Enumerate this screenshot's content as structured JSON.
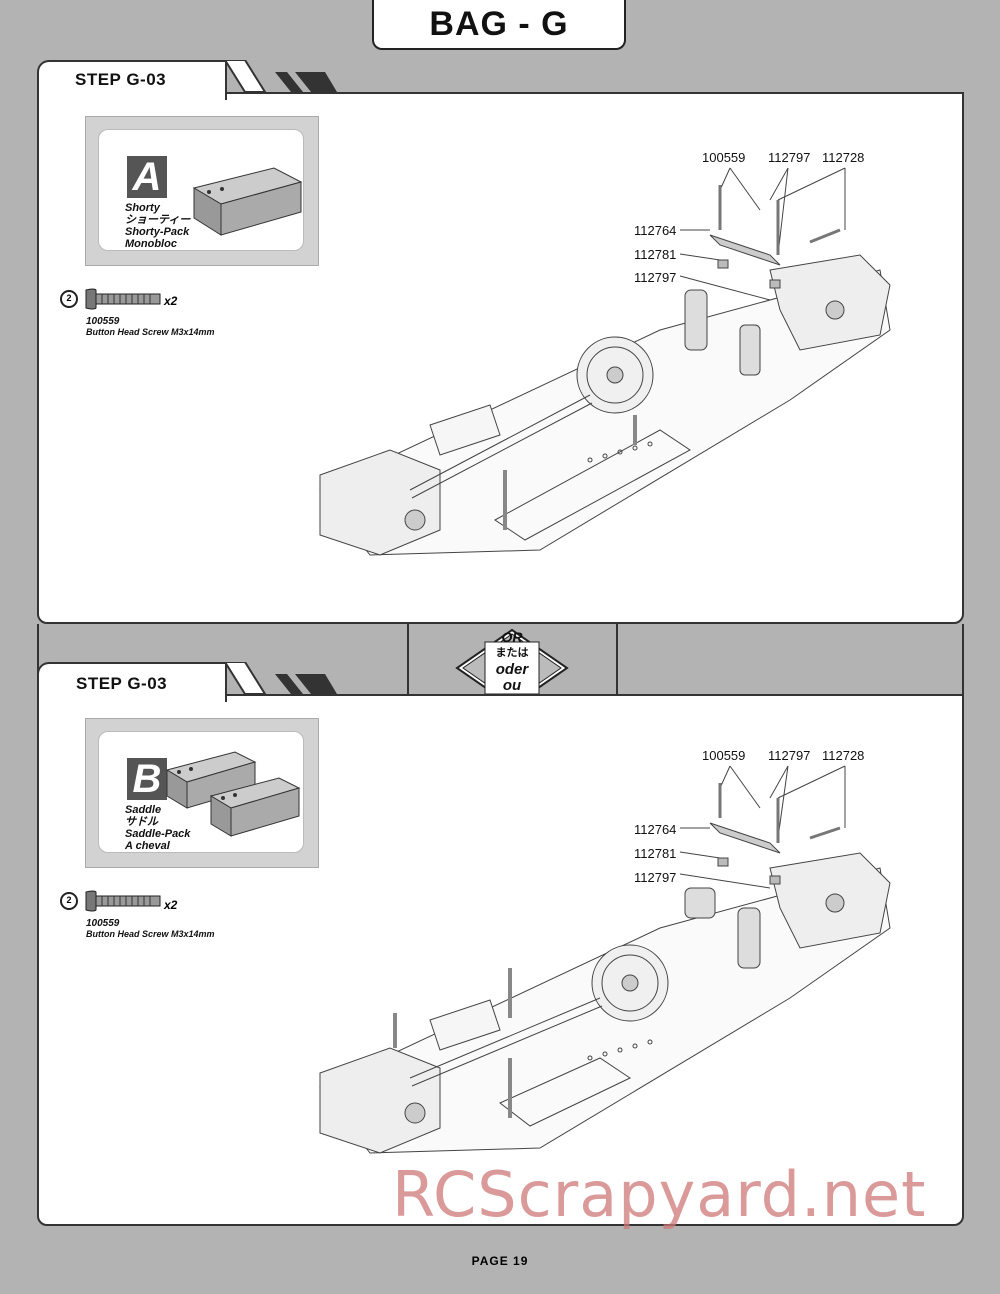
{
  "header": {
    "bag_title": "BAG - G"
  },
  "step1": {
    "label": "STEP G-03",
    "option_letter": "A",
    "battery_names": [
      "Shorty",
      "ショーティー",
      "Shorty-Pack",
      "Monobloc"
    ],
    "screw": {
      "size_icon": "2",
      "size_unit": "mm",
      "qty": "x2",
      "part_no": "100559",
      "desc": "Button Head Screw M3x14mm"
    },
    "callouts": [
      "100559",
      "112797",
      "112728",
      "112764",
      "112781",
      "112797"
    ]
  },
  "or_sign": {
    "lines": [
      "OR",
      "または",
      "oder",
      "ou"
    ]
  },
  "step2": {
    "label": "STEP G-03",
    "option_letter": "B",
    "battery_names": [
      "Saddle",
      "サドル",
      "Saddle-Pack",
      "A cheval"
    ],
    "screw": {
      "size_icon": "2",
      "size_unit": "mm",
      "qty": "x2",
      "part_no": "100559",
      "desc": "Button Head Screw M3x14mm"
    },
    "callouts": [
      "100559",
      "112797",
      "112728",
      "112764",
      "112781",
      "112797"
    ]
  },
  "footer": {
    "page": "PAGE 19"
  },
  "watermark": "RCScrapyard.net"
}
